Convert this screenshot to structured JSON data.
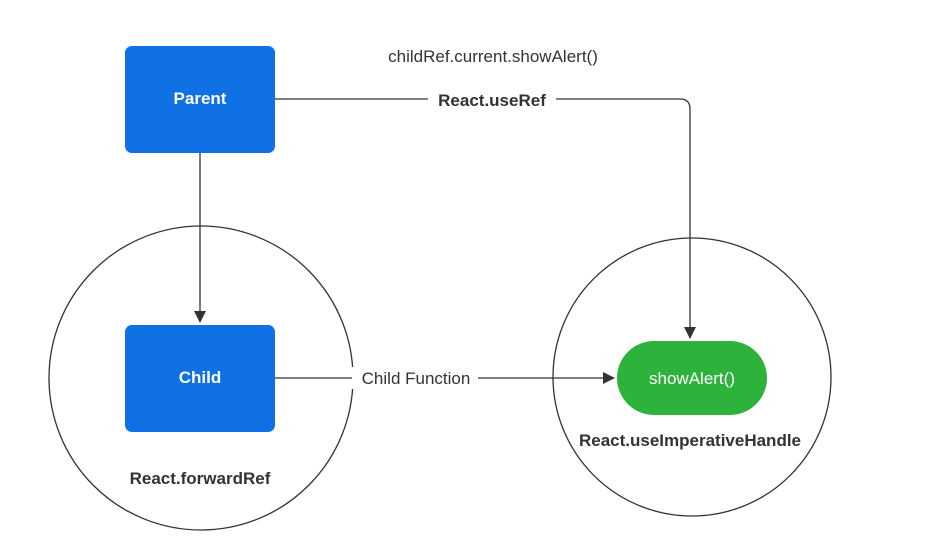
{
  "nodes": {
    "parent": {
      "label": "Parent"
    },
    "child": {
      "label": "Child"
    },
    "show_alert": {
      "label": "showAlert()"
    }
  },
  "edges": {
    "parent_to_show_alert": {
      "label": "React.useRef"
    },
    "child_to_show_alert": {
      "label": "Child Function"
    }
  },
  "annotations": {
    "method_call": "childRef.current.showAlert()",
    "forward_ref": "React.forwardRef",
    "imperative_handle": "React.useImperativeHandle"
  },
  "colors": {
    "node_blue": "#1071E5",
    "pill_green": "#2DB33B",
    "line": "#333333",
    "label_text": "#333333"
  }
}
